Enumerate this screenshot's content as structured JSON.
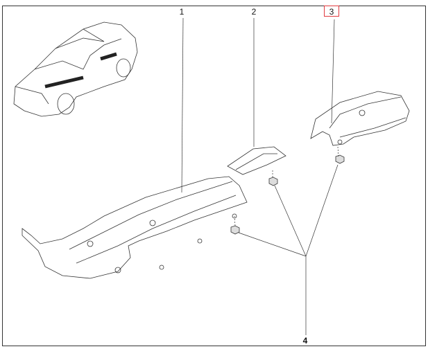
{
  "diagram": {
    "callouts": [
      {
        "number": "1"
      },
      {
        "number": "2"
      },
      {
        "number": "3",
        "selected": true
      },
      {
        "number": "4"
      }
    ],
    "highlight_color": "#e0393e",
    "line_color": "#333333"
  }
}
